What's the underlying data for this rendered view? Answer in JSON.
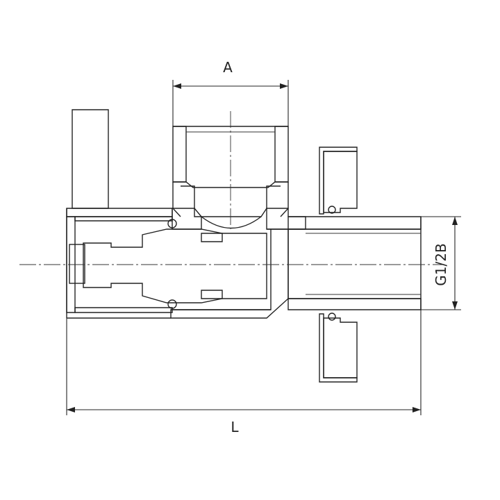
{
  "dimensions": {
    "a_label": "A",
    "l_label": "L",
    "thread_label": "G1/2B"
  },
  "colors": {
    "line": "#222222",
    "background": "#ffffff"
  }
}
